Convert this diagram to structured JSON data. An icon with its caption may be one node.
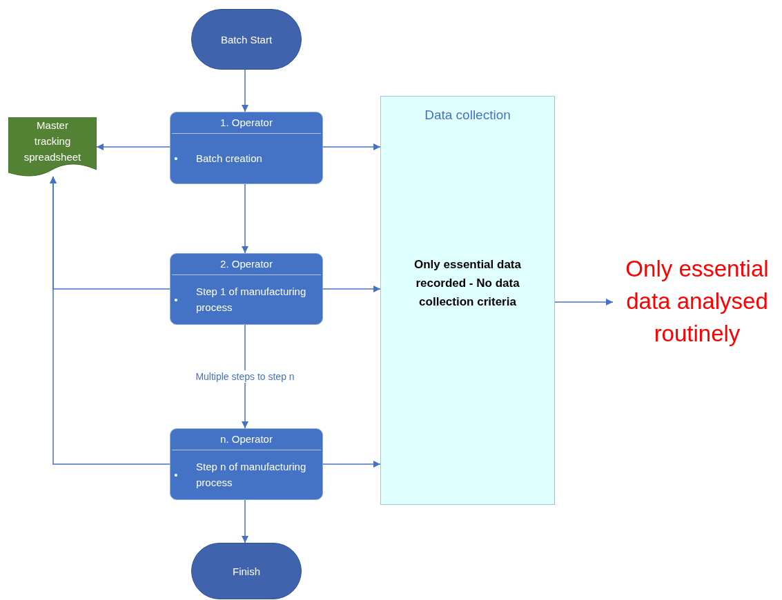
{
  "diagram": {
    "nodes": [
      {
        "text": [
          "Batch Start"
        ]
      },
      {
        "text": [
          "Master tracking spreadsheet"
        ]
      },
      {
        "text": [
          "1. Operator",
          "•",
          "Batch creation"
        ]
      },
      {
        "text": [
          "Data collection",
          "Only essential data recorded - No data collection criteria"
        ]
      },
      {
        "text": [
          "2. Operator",
          "•",
          "Step 1 of manufacturing process"
        ]
      },
      {
        "text": [
          "n. Operator",
          "•",
          "Step n of manufacturing process"
        ]
      },
      {
        "text": [
          "Finish"
        ]
      },
      {
        "text": [
          "Only essential data analysed routinely"
        ]
      }
    ],
    "edges": [
      {
        "from": 0,
        "to": 2,
        "arrow": "to"
      },
      {
        "from": 2,
        "to": 1,
        "arrow": "to"
      },
      {
        "from": 2,
        "to": 3,
        "arrow": "to"
      },
      {
        "from": 2,
        "to": 4,
        "arrow": "to"
      },
      {
        "from": 4,
        "to": 1,
        "arrow": "to"
      },
      {
        "from": 5,
        "to": 1,
        "arrow": "to"
      },
      {
        "from": 4,
        "to": 3,
        "arrow": "to"
      },
      {
        "from": 4,
        "to": 5,
        "arrow": "to",
        "label": "Multiple steps to step n"
      },
      {
        "from": 5,
        "to": 3,
        "arrow": "to"
      },
      {
        "from": 5,
        "to": 6,
        "arrow": "to"
      },
      {
        "from": 3,
        "to": 7,
        "arrow": "to"
      }
    ]
  }
}
